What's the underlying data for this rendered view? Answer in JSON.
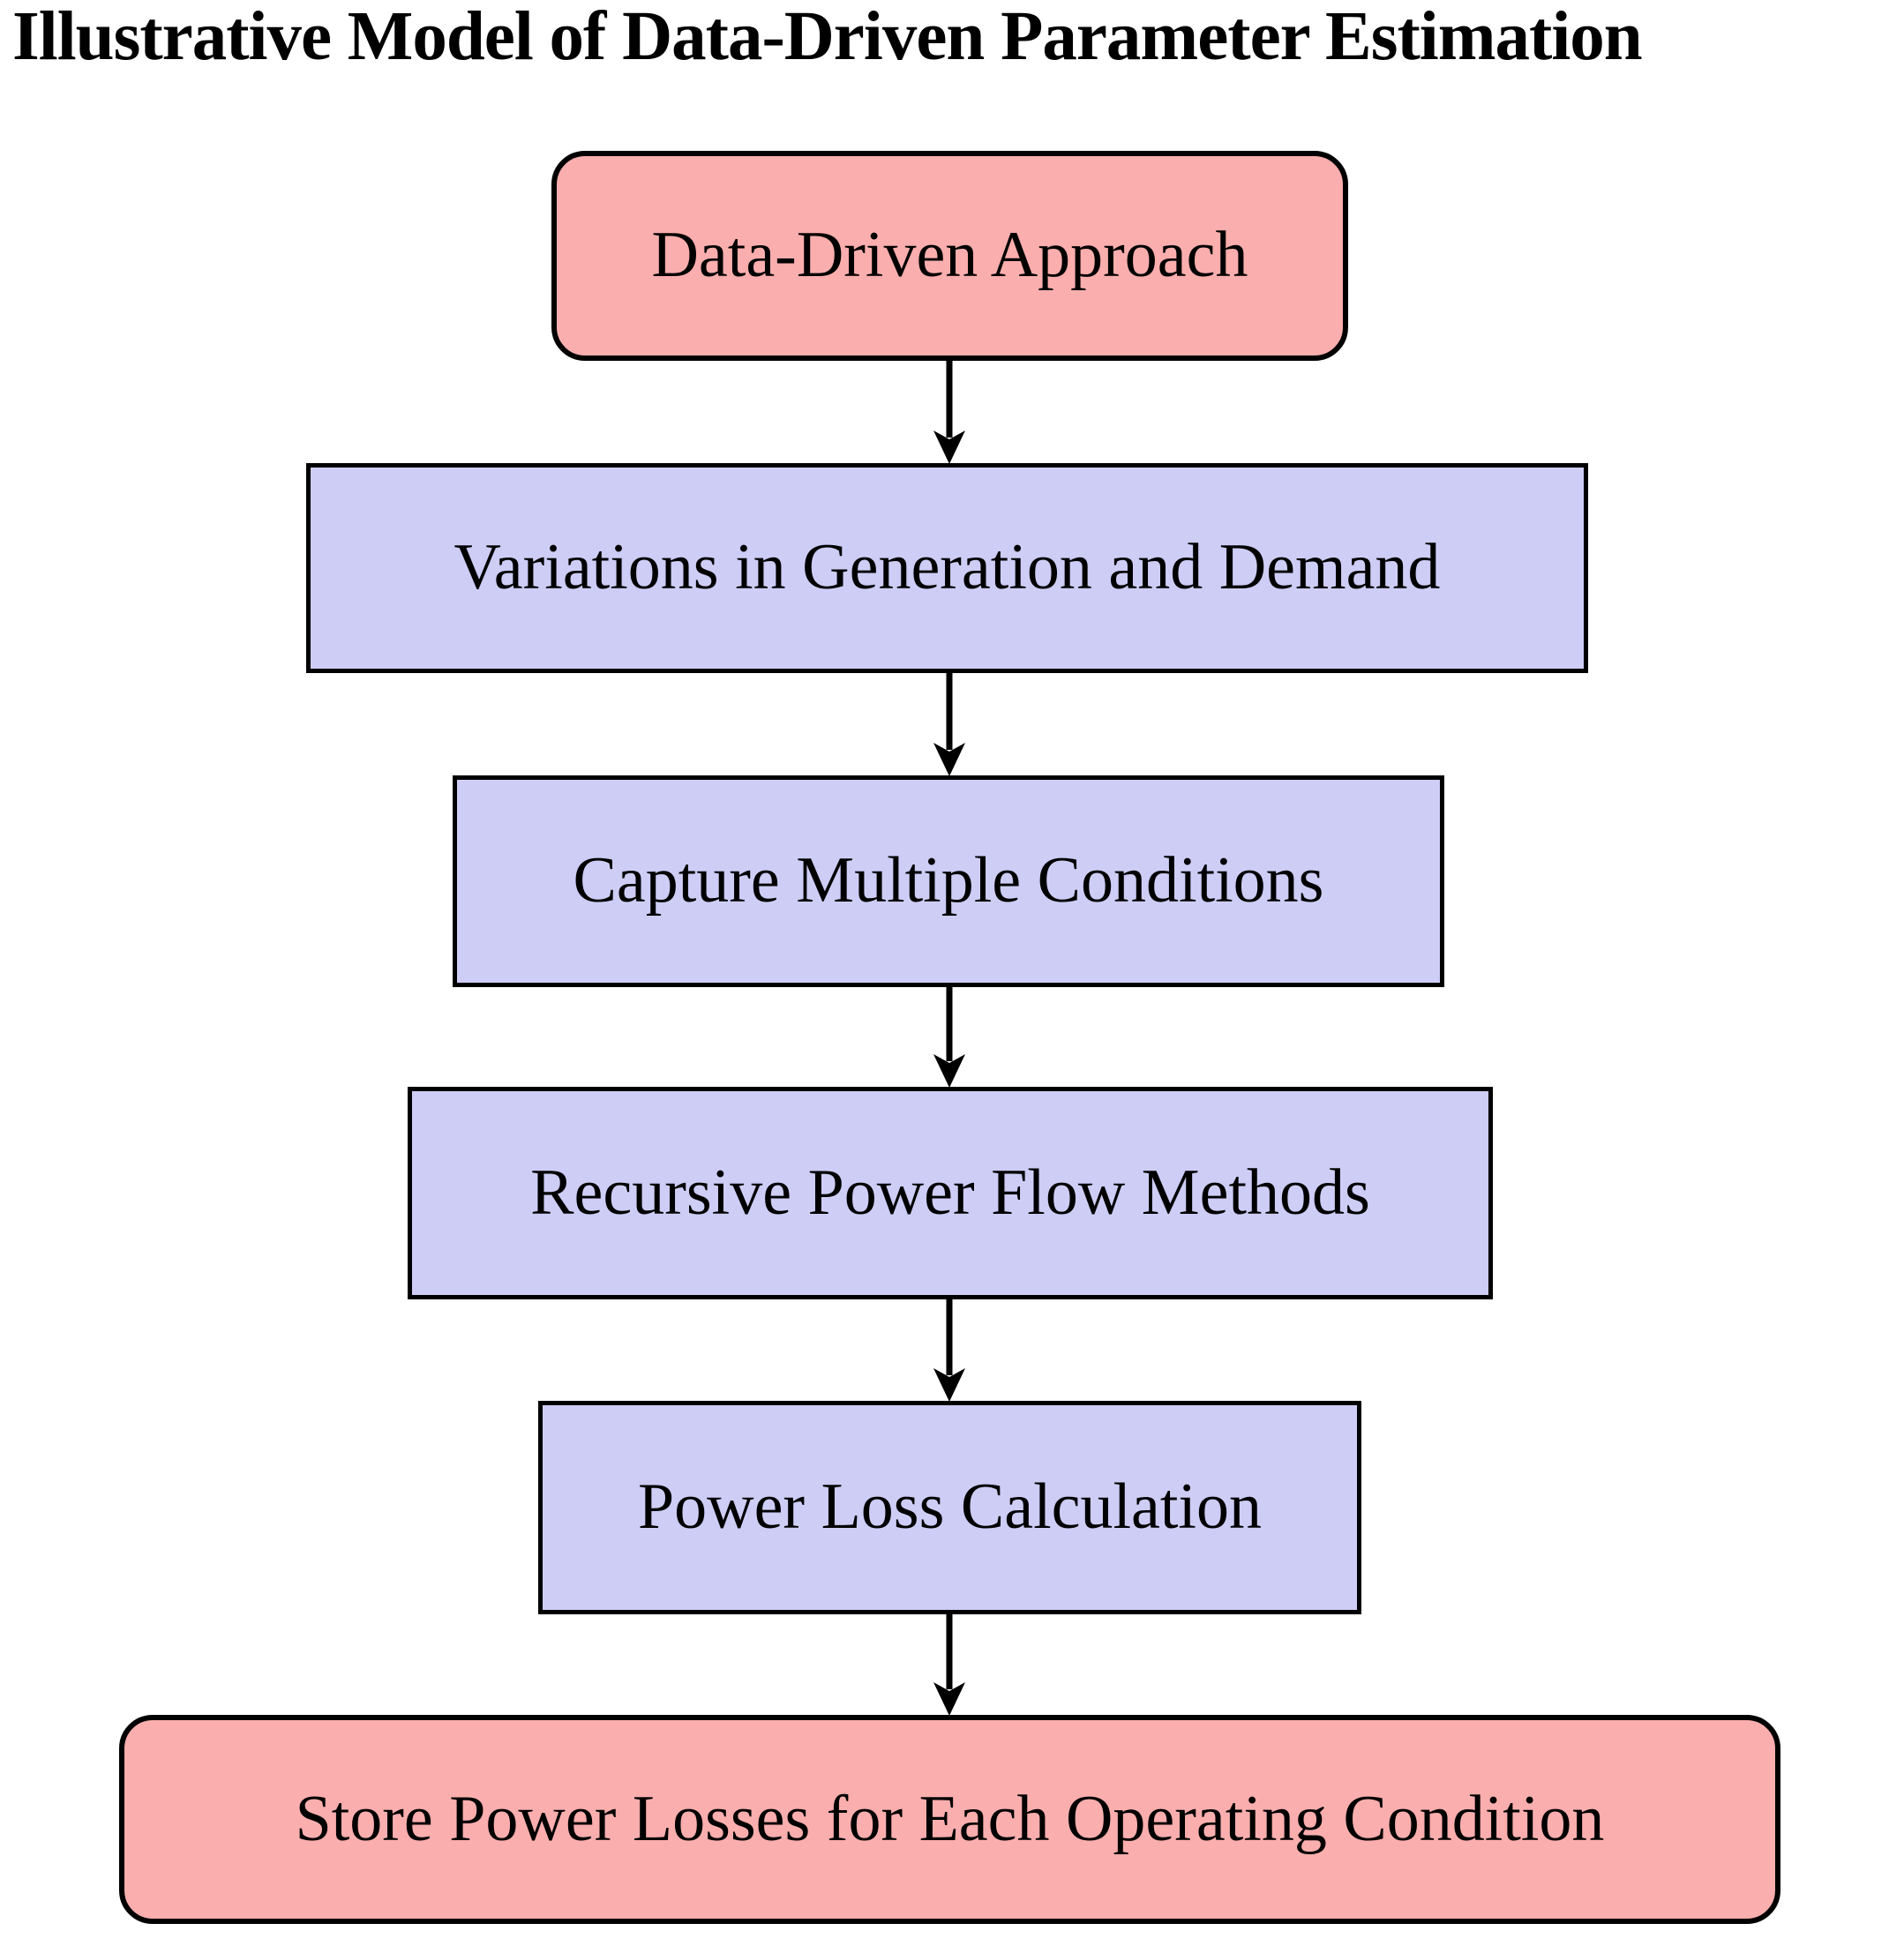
{
  "title": "Illustrative Model of Data-Driven Parameter Estimation",
  "nodes": [
    {
      "label": "Data-Driven Approach",
      "shape": "rounded",
      "role": "start",
      "fill": "#FBAEAE"
    },
    {
      "label": "Variations in Generation and Demand",
      "shape": "rect",
      "role": "process",
      "fill": "#CDCDF6"
    },
    {
      "label": "Capture Multiple Conditions",
      "shape": "rect",
      "role": "process",
      "fill": "#CDCDF6"
    },
    {
      "label": "Recursive Power Flow Methods",
      "shape": "rect",
      "role": "process",
      "fill": "#CDCDF6"
    },
    {
      "label": "Power Loss Calculation",
      "shape": "rect",
      "role": "process",
      "fill": "#CDCDF6"
    },
    {
      "label": "Store Power Losses for Each Operating Condition",
      "shape": "rounded",
      "role": "end",
      "fill": "#FBAEAE"
    }
  ],
  "colors": {
    "background": "#FFFFFF",
    "node_border": "#000000",
    "arrow": "#000000",
    "terminator_fill": "#FBAEAE",
    "process_fill": "#CDCDF6",
    "title_text": "#000000"
  }
}
